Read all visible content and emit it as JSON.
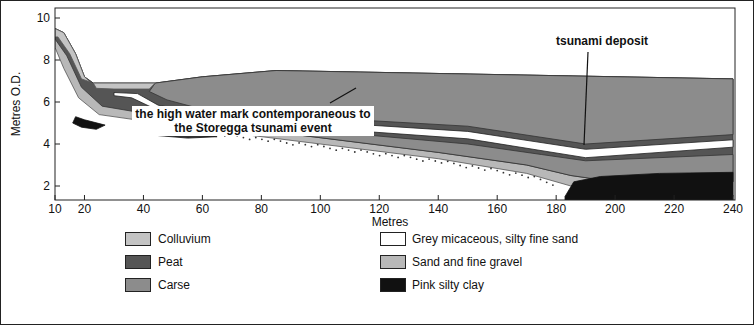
{
  "diagram": {
    "labels": [
      "Metres O.D.",
      "10",
      "8",
      "6",
      "4",
      "2",
      "10",
      "20",
      "40",
      "60",
      "80",
      "100",
      "120",
      "140",
      "160",
      "180",
      "200",
      "220",
      "240",
      "Metres",
      "tsunami deposit",
      "the high water mark contemporaneous to the Storegga tsunami event"
    ],
    "legend": [
      {
        "text": "Colluvium",
        "color": "#c4c4c4"
      },
      {
        "text": "Peat",
        "color": "#555555"
      },
      {
        "text": "Carse",
        "color": "#8c8c8c"
      },
      {
        "text": "Grey micaceous, silty fine sand",
        "color": "#ffffff"
      },
      {
        "text": "Sand and fine gravel",
        "color": "#b8b8b8"
      },
      {
        "text": "Pink silty clay",
        "color": "#111111"
      }
    ]
  }
}
